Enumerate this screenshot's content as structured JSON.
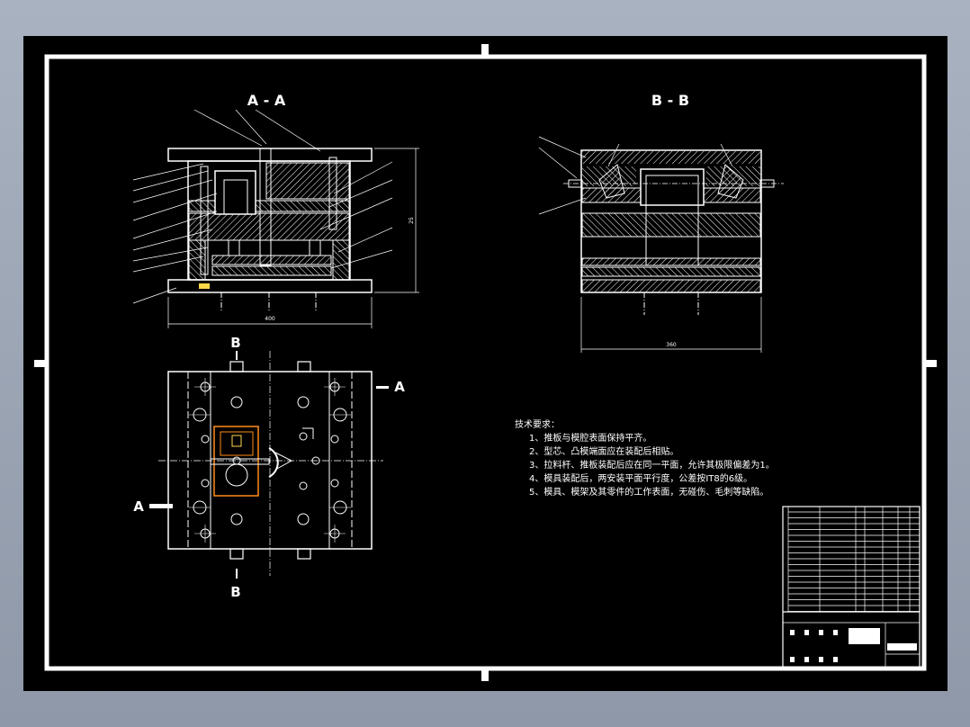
{
  "views": {
    "section_a": "A - A",
    "section_b": "B - B",
    "marker_b_top": "B",
    "marker_b_bottom": "B",
    "marker_a_left": "A",
    "marker_a_right": "A"
  },
  "dimensions": {
    "a_width": "400",
    "a_height": "25",
    "b_width": "360"
  },
  "tech_requirements": {
    "title": "技术要求：",
    "items": [
      "1、推板与模腔表面保持平齐。",
      "2、型芯、凸模端面应在装配后相贴。",
      "3、拉料杆、推板装配后应在同一平面，允许其极限偏差为1。",
      "4、模具装配后，两安装平面平行度，公差按IT8的6级。",
      "5、模具、模架及其零件的工作表面，无碰伤、毛刺等缺陷。"
    ]
  },
  "colors": {
    "background": "#000000",
    "line": "#ffffff",
    "highlight": "#ff8c1a"
  }
}
